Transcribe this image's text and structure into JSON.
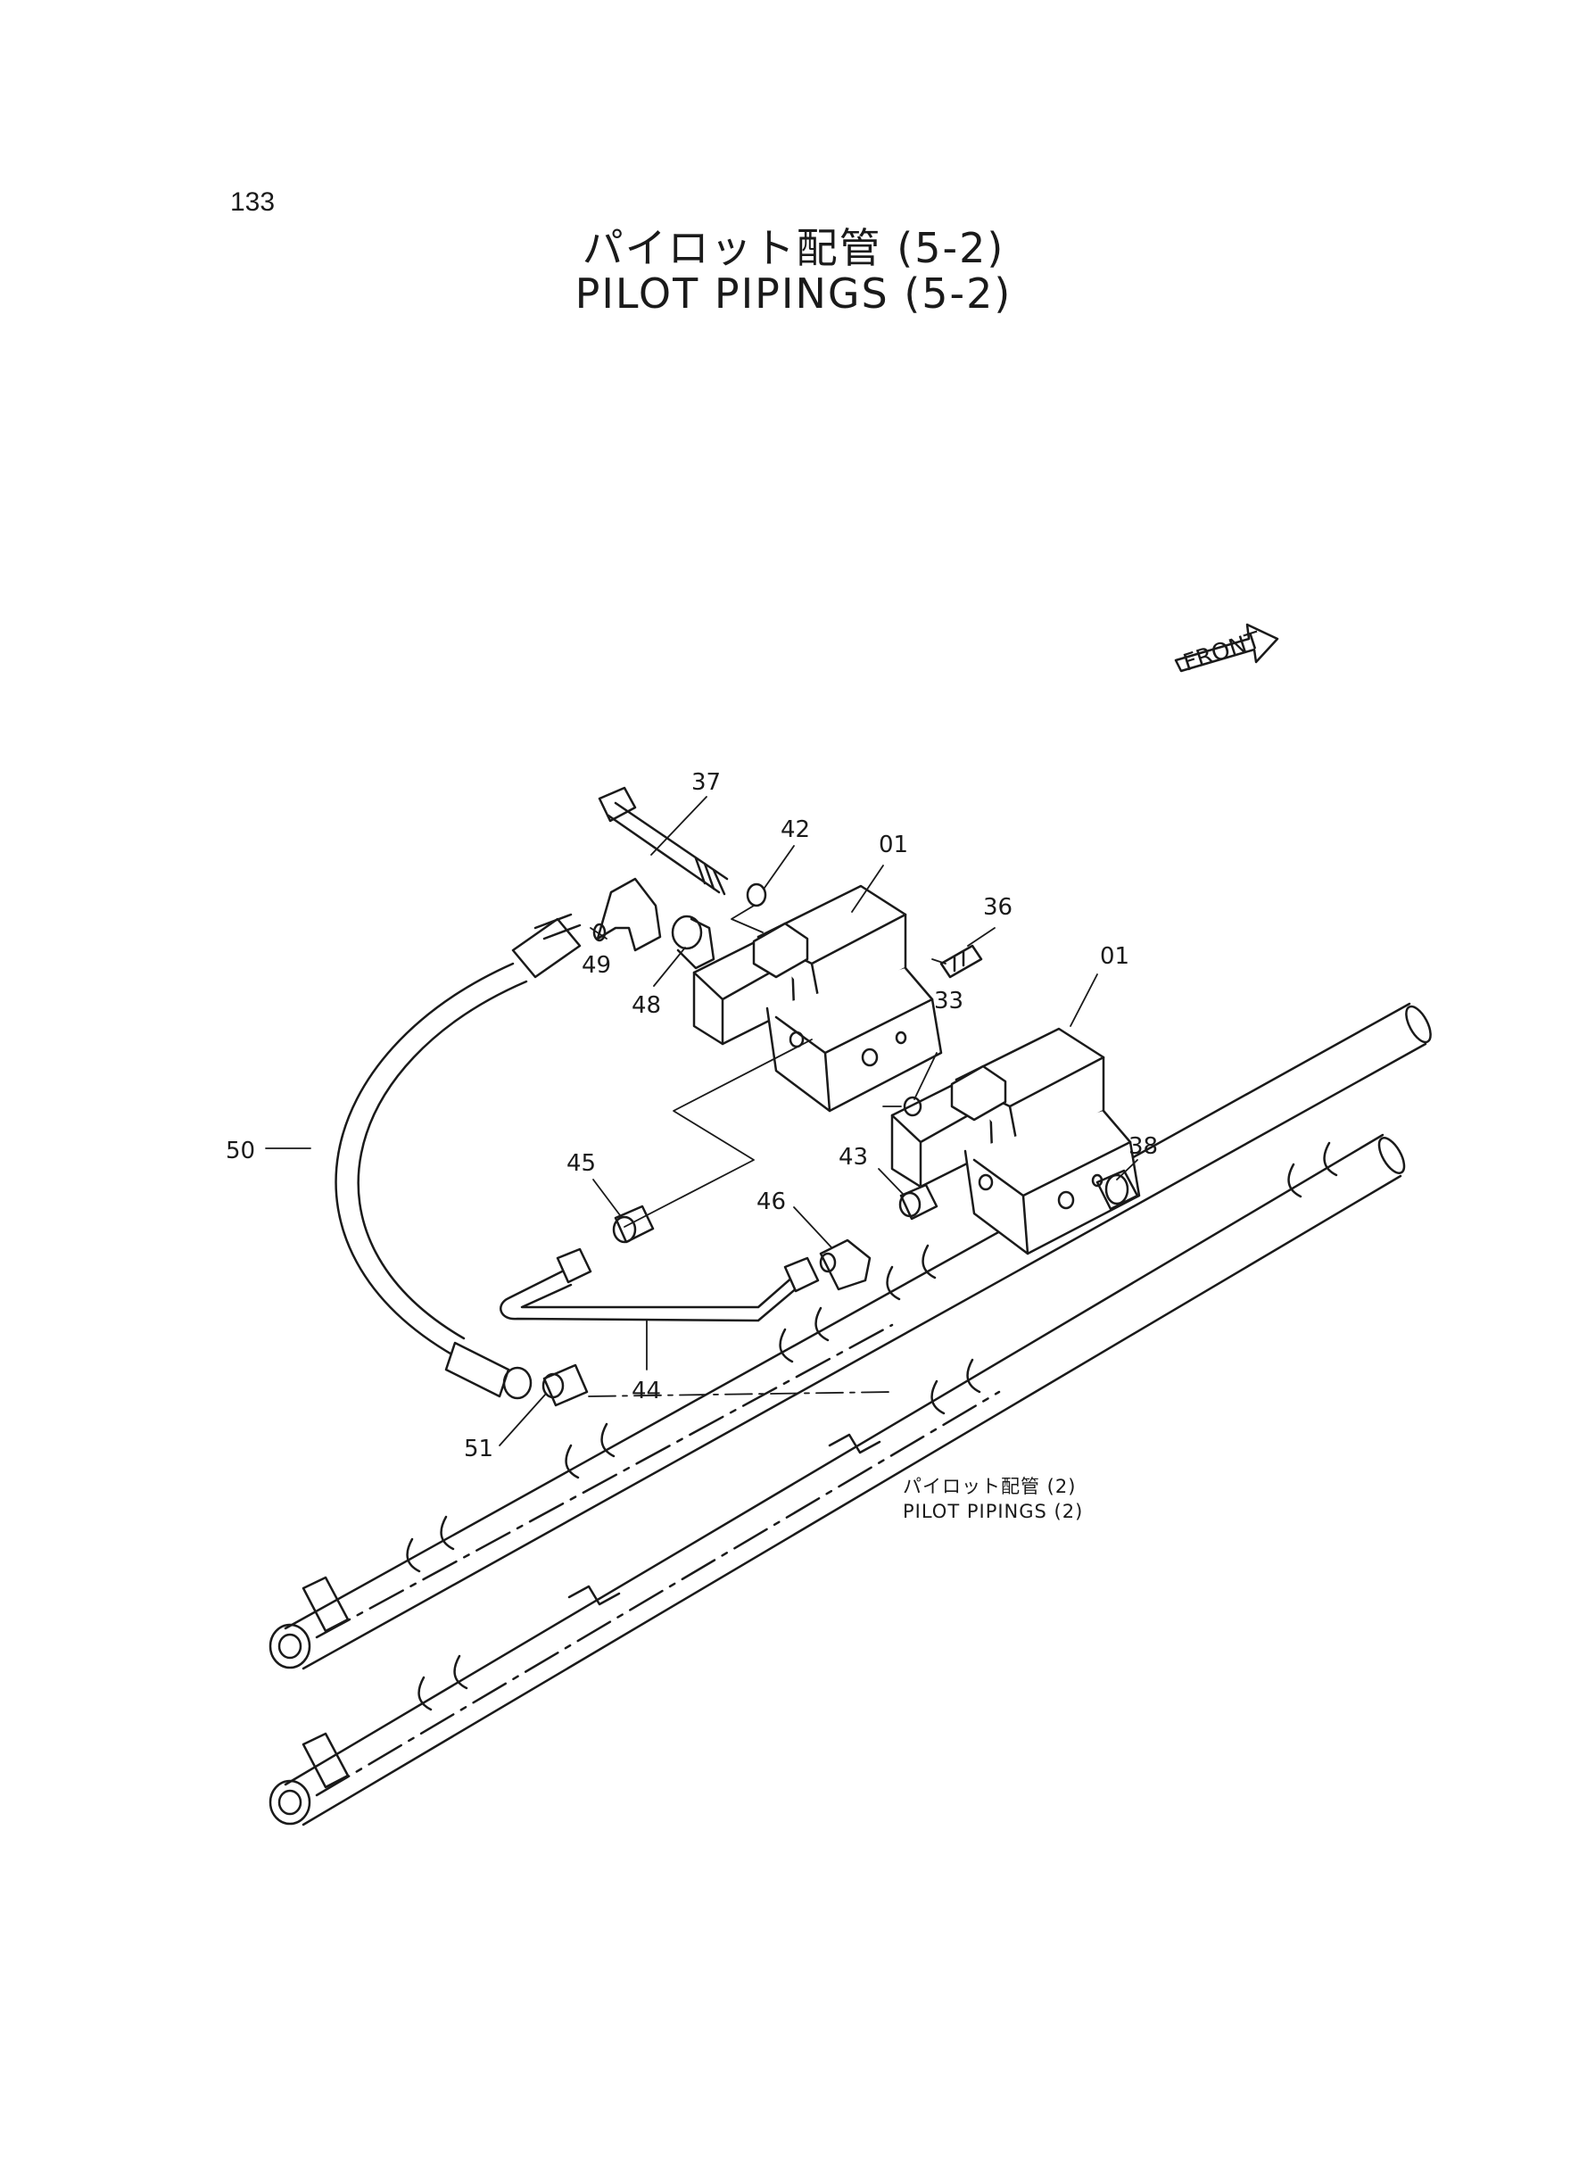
{
  "page_number": "133",
  "title_jp": "パイロット配管 (5-2)",
  "title_en": "PILOT PIPINGS (5-2)",
  "front_label": "FRONT",
  "reference_jp": "パイロット配管 (2)",
  "reference_en": "PILOT PIPINGS (2)",
  "callouts": {
    "c37": "37",
    "c42": "42",
    "c01a": "01",
    "c36": "36",
    "c01b": "01",
    "c49": "49",
    "c48": "48",
    "c33": "33",
    "c38": "38",
    "c50": "50",
    "c45": "45",
    "c43": "43",
    "c46": "46",
    "c44": "44",
    "c51": "51"
  }
}
